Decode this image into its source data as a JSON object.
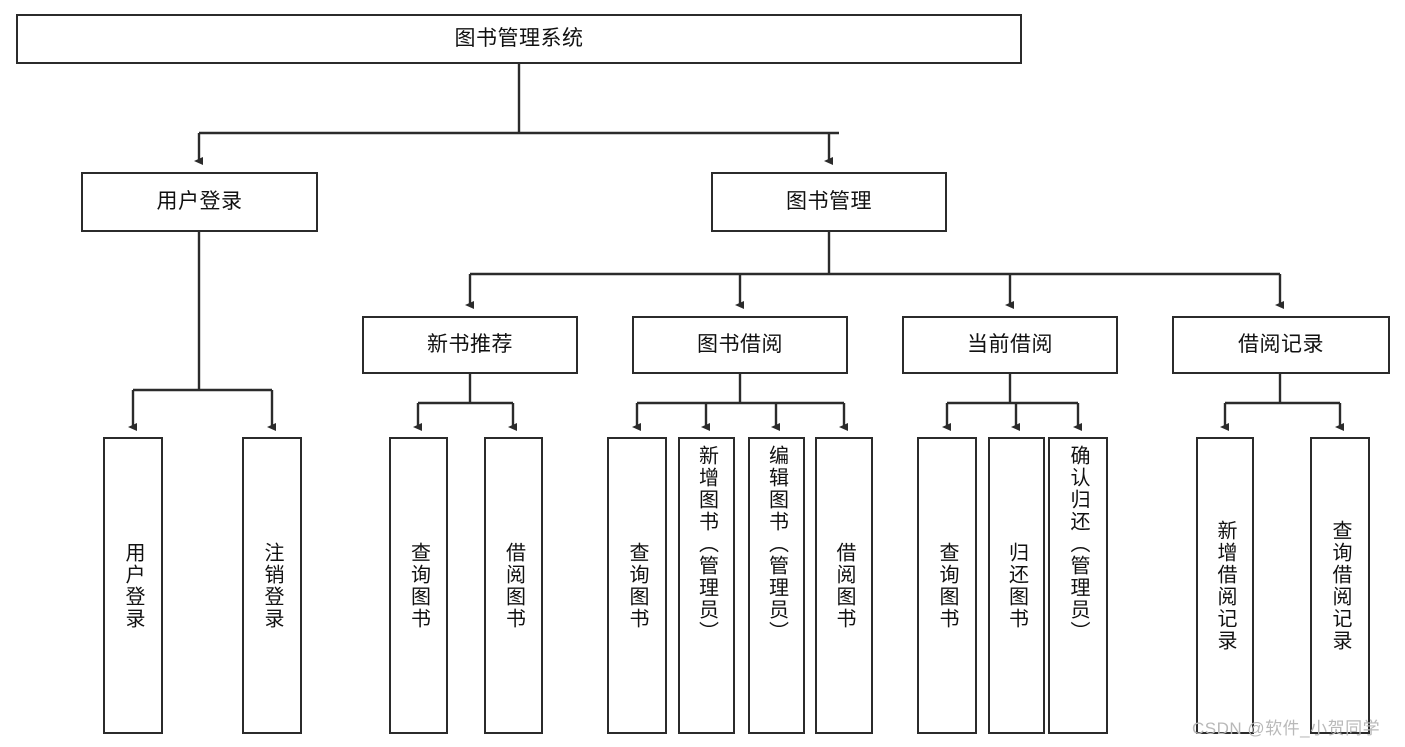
{
  "diagram": {
    "title": "图书管理系统",
    "type": "tree",
    "colors": {
      "stroke": "#2b2b2b",
      "fill": "#ffffff",
      "text": "#111111",
      "watermark": "#b9b9b9"
    },
    "root": {
      "label": "图书管理系统"
    },
    "level1": [
      {
        "label": "用户登录"
      },
      {
        "label": "图书管理"
      }
    ],
    "level2": [
      {
        "label": "新书推荐"
      },
      {
        "label": "图书借阅"
      },
      {
        "label": "当前借阅"
      },
      {
        "label": "借阅记录"
      }
    ],
    "leaves": {
      "user_login": [
        {
          "label": "用户登录"
        },
        {
          "label": "注销登录"
        }
      ],
      "new_book": [
        {
          "label": "查询图书"
        },
        {
          "label": "借阅图书"
        }
      ],
      "book_borrow": [
        {
          "label": "查询图书"
        },
        {
          "label": "新增图书（管理员）"
        },
        {
          "label": "编辑图书（管理员）"
        },
        {
          "label": "借阅图书"
        }
      ],
      "current_borrow": [
        {
          "label": "查询图书"
        },
        {
          "label": "归还图书"
        },
        {
          "label": "确认归还（管理员）"
        }
      ],
      "borrow_record": [
        {
          "label": "新增借阅记录"
        },
        {
          "label": "查询借阅记录"
        }
      ]
    }
  },
  "watermark": {
    "text": "CSDN @软件_小贺同学"
  }
}
